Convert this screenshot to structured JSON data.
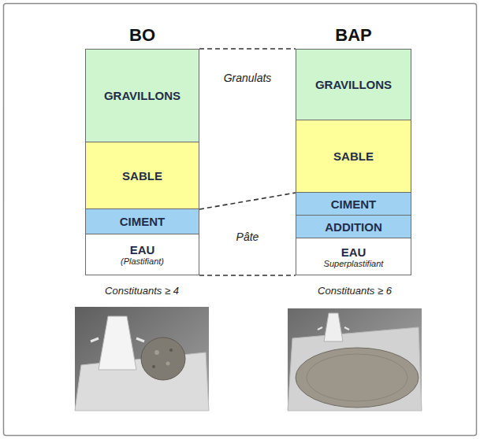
{
  "diagram": {
    "nodes": [
      {
        "text": [
          "BO"
        ]
      },
      {
        "text": [
          "GRAVILLONS"
        ],
        "in": 0
      },
      {
        "text": [
          "SABLE"
        ],
        "in": 0
      },
      {
        "text": [
          "CIMENT"
        ],
        "in": 0
      },
      {
        "text": [
          "EAU",
          "(Plastifiant)"
        ],
        "in": 0
      },
      {
        "text": [
          "BAP"
        ]
      },
      {
        "text": [
          "GRAVILLONS"
        ],
        "in": 5
      },
      {
        "text": [
          "SABLE"
        ],
        "in": 5
      },
      {
        "text": [
          "CIMENT"
        ],
        "in": 5
      },
      {
        "text": [
          "ADDITION"
        ],
        "in": 5
      },
      {
        "text": [
          "EAU",
          "Superplastifiant"
        ],
        "in": 5
      }
    ],
    "edges": [
      {
        "from": 1,
        "to": 6,
        "arrow": "none"
      },
      {
        "from": 2,
        "to": 7,
        "arrow": "none"
      },
      {
        "from": 4,
        "to": 10,
        "arrow": "none"
      }
    ],
    "labels": [
      "Granulats",
      "Pâte",
      "Constituants ≥ 4",
      "Constituants ≥ 6"
    ]
  }
}
